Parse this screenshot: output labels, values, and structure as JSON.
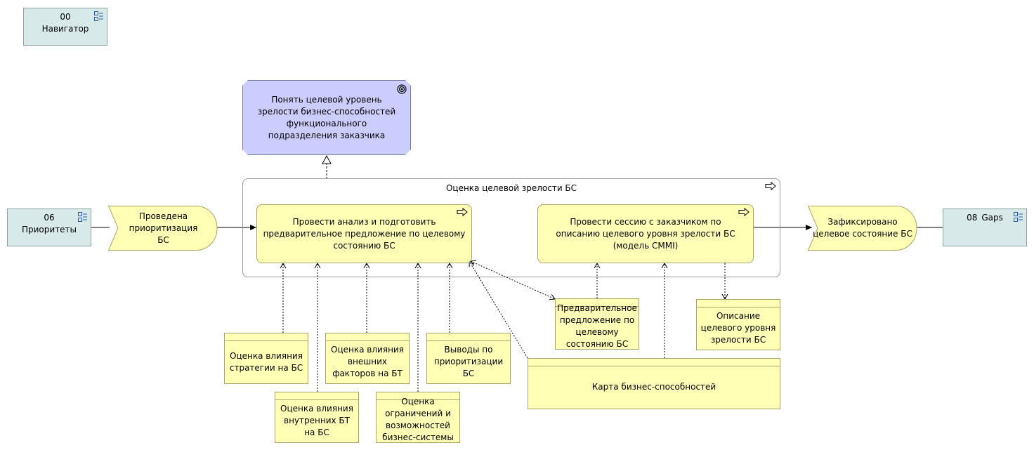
{
  "navigator": {
    "code": "00",
    "label": "Навигатор"
  },
  "priorities": {
    "code": "06",
    "label": "Приоритеты"
  },
  "gaps": {
    "code": "08",
    "label": "Gaps"
  },
  "goal": {
    "label": "Понять целевой уровень зрелости бизнес-способностей функционального подразделения заказчика"
  },
  "group": {
    "label": "Оценка целевой зрелости БС"
  },
  "event_start": {
    "label": "Проведена приоритизация БС"
  },
  "event_end": {
    "label": "Зафиксировано целевое состояние БС"
  },
  "process_analysis": {
    "label": "Провести анализ и подготовить предварительное предложение по целевому состоянию БС"
  },
  "process_session": {
    "label": "Провести сессию с заказчиком по описанию целевого уровня зрелости БС (модель CMMI)"
  },
  "objects": {
    "strategy_impact": "Оценка влияния стратегии на БС",
    "internal_bt_impact": "Оценка влияния внутренних БТ на БС",
    "external_factors_impact": "Оценка влияния внешних факторов на БТ",
    "constraints": "Оценка ограничений и возможностей бизнес-системы",
    "prioritization_conclusions": "Выводы по приоритизации БС",
    "preliminary_proposal": "Предварительное предложение по целевому состоянию БС",
    "target_description": "Описание целевого уровня зрелости БС",
    "capability_map": "Карта бизнес-способностей"
  },
  "colors": {
    "navigator_fill": "#d8e9e9",
    "goal_fill": "#ccccff",
    "element_fill": "#ffffb5"
  }
}
